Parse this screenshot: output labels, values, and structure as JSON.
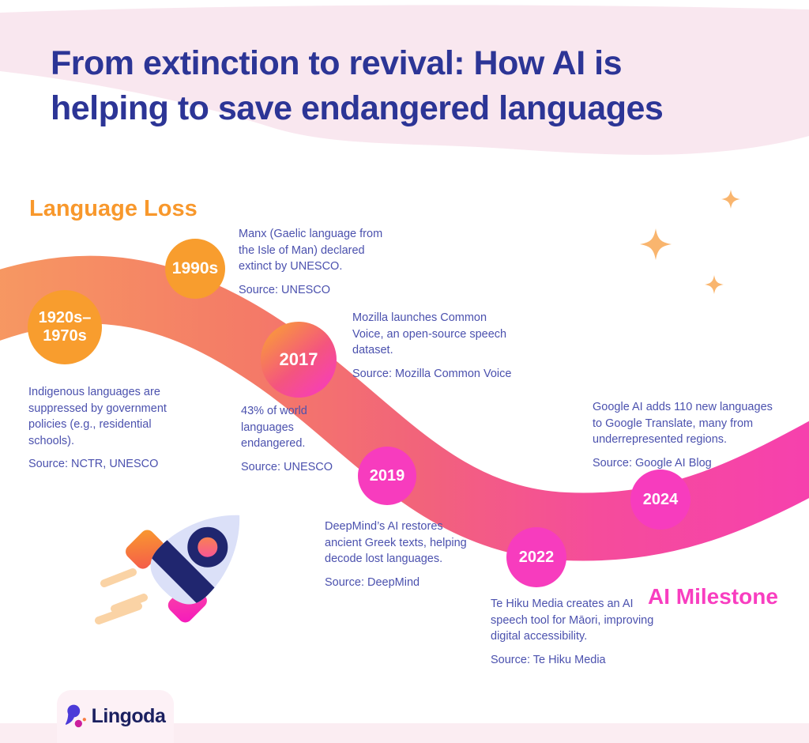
{
  "header": {
    "title_line1": "From extinction to revival: How AI is",
    "title_line2": "helping to save endangered languages"
  },
  "sections": {
    "language_loss_label": "Language Loss",
    "ai_milestone_label": "AI Milestone"
  },
  "timeline": {
    "events": [
      {
        "year": "1920s–\n1970s",
        "era": "language-loss",
        "text": "Indigenous languages are suppressed by government policies (e.g., residential schools).",
        "source": "Source: NCTR, UNESCO"
      },
      {
        "year": "1990s",
        "era": "language-loss",
        "text": "Manx (Gaelic language from the Isle of Man) declared extinct by UNESCO.",
        "source": "Source: UNESCO"
      },
      {
        "year": "2017",
        "era": "transition",
        "text": "Mozilla launches Common Voice, an open-source speech dataset.",
        "source": "Source: Mozilla Common Voice"
      },
      {
        "year": "",
        "era": "language-loss",
        "text": "43% of world languages endangered.",
        "source": "Source: UNESCO"
      },
      {
        "year": "2019",
        "era": "ai-milestone",
        "text": "DeepMind’s AI restores ancient Greek texts, helping decode lost languages.",
        "source": "Source: DeepMind"
      },
      {
        "year": "2022",
        "era": "ai-milestone",
        "text": "Te Hiku Media creates an AI speech tool for Māori, improving digital accessibility.",
        "source": "Source: Te Hiku Media"
      },
      {
        "year": "2024",
        "era": "ai-milestone",
        "text": "Google AI adds 110 new languages to Google Translate, many from underrepresented regions.",
        "source": "Source: Google AI Blog"
      }
    ]
  },
  "footer": {
    "brand": "Lingoda"
  },
  "icons": {
    "rocket": "rocket-icon",
    "sparkle": "sparkle-icon",
    "logo_mark": "lingoda-comma-icon"
  },
  "colors": {
    "title_text": "#2C3596",
    "body_text": "#4B51AE",
    "language_loss_accent": "#F8982C",
    "ai_milestone_accent": "#F83EC0",
    "orange_circle": "#F89D2E",
    "pink_circle": "#F73CBE",
    "ribbon_gradient_start": "#F79B61",
    "ribbon_gradient_end": "#F63FB0",
    "header_wave": "#F9E7EF",
    "footer_strip": "#FBEDF2",
    "sparkle": "#F9B56E"
  }
}
